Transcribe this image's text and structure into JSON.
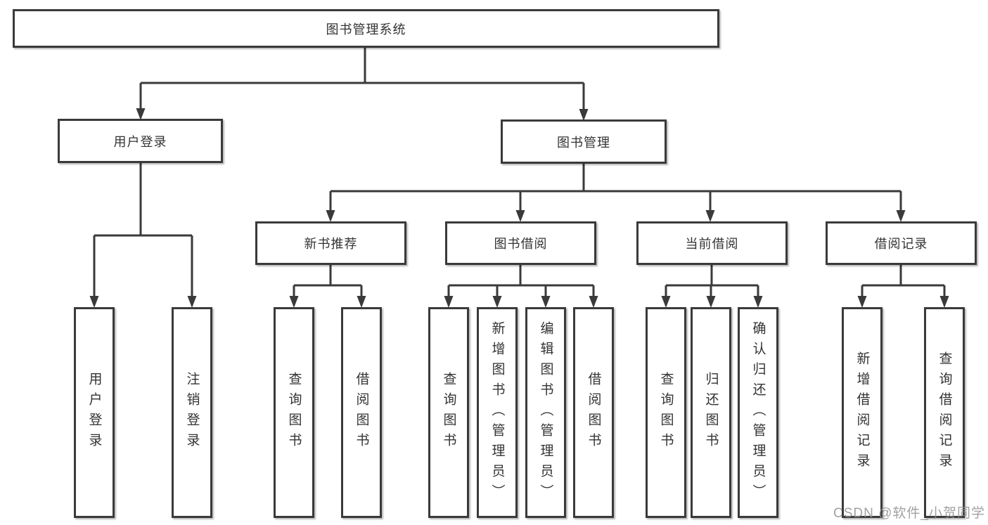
{
  "colors": {
    "line": "#3a3a3a",
    "border": "#3a3a3a",
    "text": "#333333",
    "box_background": "#ffffff",
    "watermark_text": "#919191",
    "page_background": "#ffffff"
  },
  "nodes": {
    "root": {
      "label": "图书管理系统"
    },
    "user_login": {
      "label": "用户登录"
    },
    "book_management": {
      "label": "图书管理"
    },
    "new_book_recommend": {
      "label": "新书推荐"
    },
    "book_borrow": {
      "label": "图书借阅"
    },
    "current_borrow": {
      "label": "当前借阅"
    },
    "borrow_records": {
      "label": "借阅记录"
    },
    "leaf_user_login": {
      "label": "用户登录"
    },
    "leaf_logout": {
      "label": "注销登录"
    },
    "leaf_query_books_1": {
      "label": "查询图书"
    },
    "leaf_borrow_books_1": {
      "label": "借阅图书"
    },
    "leaf_query_books_2": {
      "label": "查询图书"
    },
    "leaf_add_book_admin": {
      "label": "新增图书（管理员）"
    },
    "leaf_edit_book_admin": {
      "label": "编辑图书（管理员）"
    },
    "leaf_borrow_books_2": {
      "label": "借阅图书"
    },
    "leaf_query_books_3": {
      "label": "查询图书"
    },
    "leaf_return_books": {
      "label": "归还图书"
    },
    "leaf_confirm_return_admin": {
      "label": "确认归还（管理员）"
    },
    "leaf_add_borrow_record": {
      "label": "新增借阅记录"
    },
    "leaf_query_borrow_record": {
      "label": "查询借阅记录"
    }
  },
  "hierarchy": {
    "图书管理系统": {
      "用户登录": [
        "用户登录",
        "注销登录"
      ],
      "图书管理": {
        "新书推荐": [
          "查询图书",
          "借阅图书"
        ],
        "图书借阅": [
          "查询图书",
          "新增图书（管理员）",
          "编辑图书（管理员）",
          "借阅图书"
        ],
        "当前借阅": [
          "查询图书",
          "归还图书",
          "确认归还（管理员）"
        ],
        "借阅记录": [
          "新增借阅记录",
          "查询借阅记录"
        ]
      }
    }
  },
  "watermark": {
    "text": "CSDN @软件_小贺同学"
  }
}
